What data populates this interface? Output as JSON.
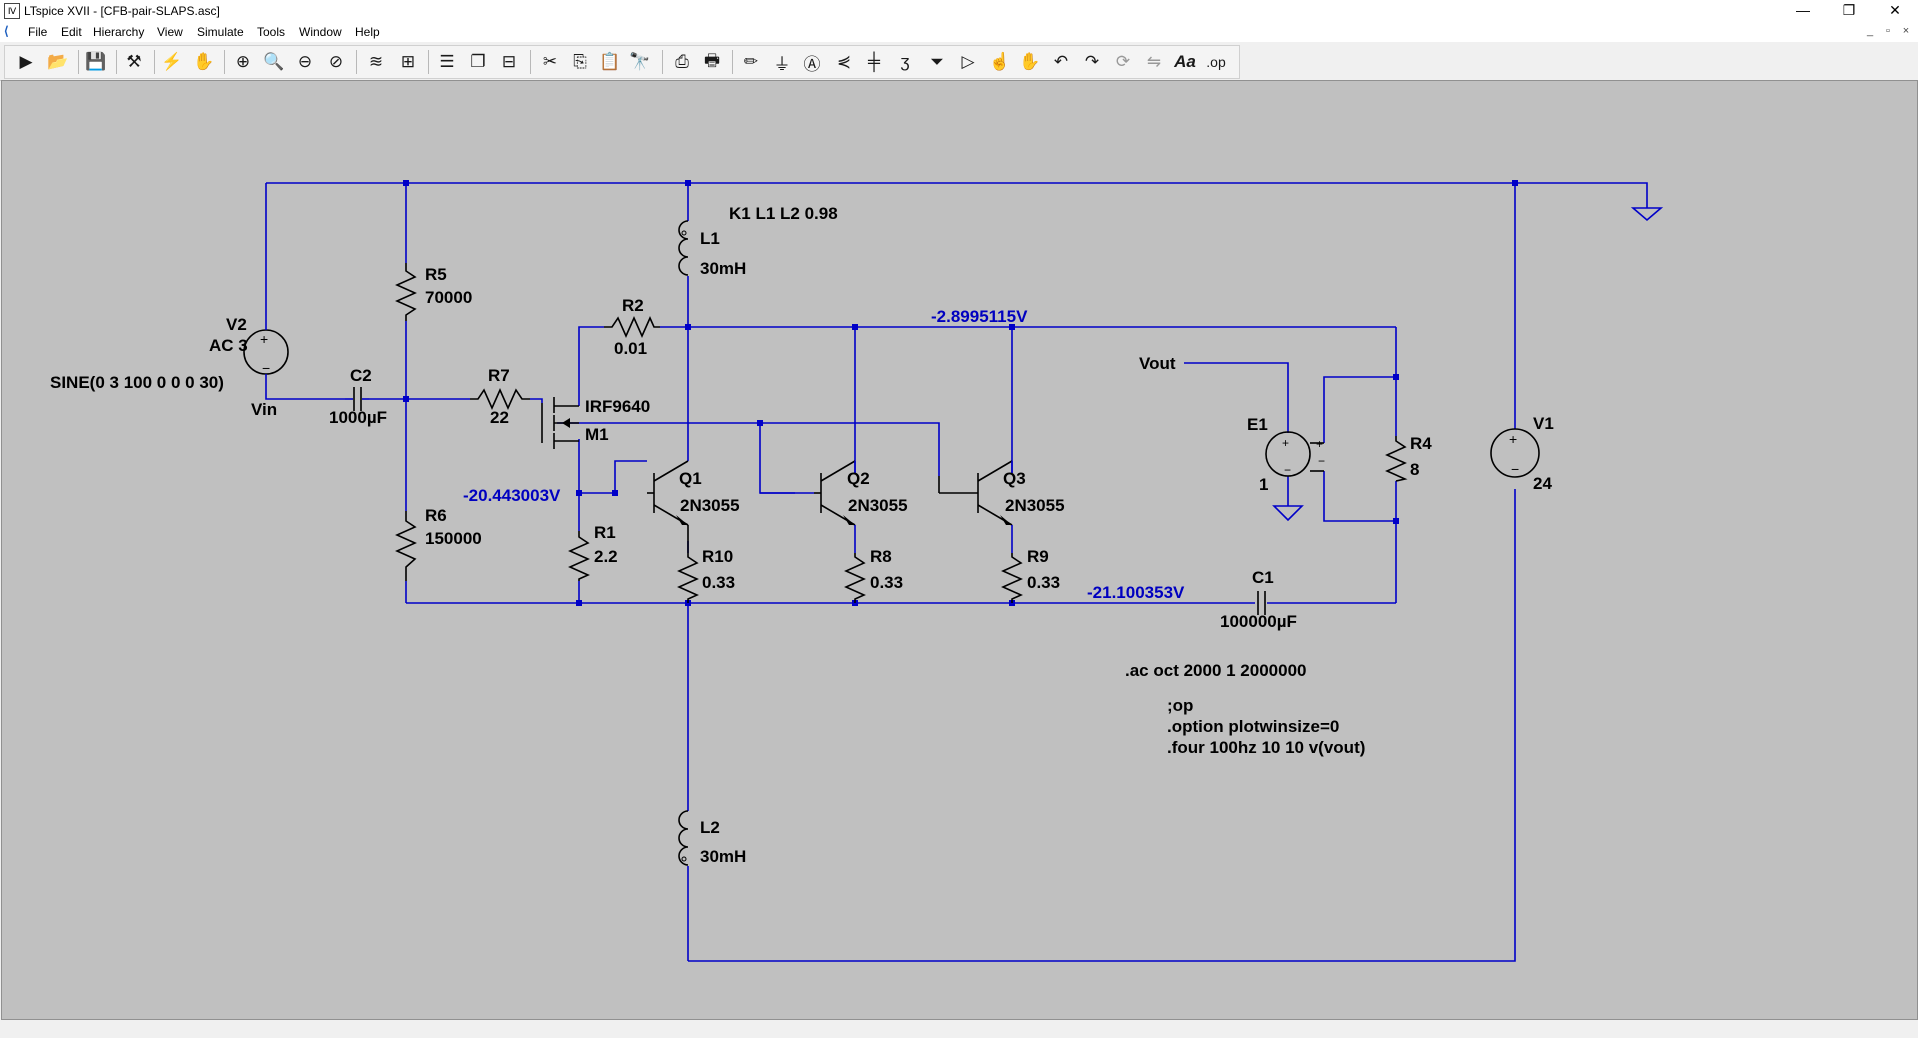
{
  "window": {
    "title": "LTspice XVII - [CFB-pair-SLAPS.asc]",
    "minimize": "—",
    "restore": "❐",
    "close": "✕"
  },
  "menu": [
    "File",
    "Edit",
    "Hierarchy",
    "View",
    "Simulate",
    "Tools",
    "Window",
    "Help"
  ],
  "mdi": {
    "minimize": "_",
    "restore": "▫",
    "close": "×"
  },
  "toolbar": {
    "icons": [
      "run-icon",
      "open-icon",
      "save-icon",
      "control-panel-icon",
      "halt-icon",
      "pan-icon",
      "zoom-in-icon",
      "zoom-out-icon",
      "zoom-fit-icon",
      "zoom-cancel-icon",
      "waveform-icon",
      "waveform-off-icon",
      "tile-horizontal-icon",
      "cascade-icon",
      "tile-vertical-icon",
      "cut-icon",
      "copy-icon",
      "paste-icon",
      "find-icon",
      "print-setup-icon",
      "print-icon",
      "draw-wire-icon",
      "ground-icon",
      "net-label-icon",
      "resistor-icon",
      "capacitor-icon",
      "inductor-icon",
      "diode-icon",
      "component-icon",
      "move-icon",
      "drag-icon",
      "undo-icon",
      "redo-icon",
      "rotate-icon",
      "mirror-icon",
      "text-icon",
      "spice-directive-icon"
    ]
  },
  "schematic": {
    "components": {
      "V2": {
        "name": "V2",
        "value": "AC 3",
        "extra": "SINE(0 3 100 0 0 0 30)"
      },
      "R5": {
        "name": "R5",
        "value": "70000"
      },
      "R6": {
        "name": "R6",
        "value": "150000"
      },
      "C2": {
        "name": "C2",
        "value": "1000µF"
      },
      "R7": {
        "name": "R7",
        "value": "22"
      },
      "M1": {
        "name": "M1",
        "value": "IRF9640"
      },
      "R1": {
        "name": "R1",
        "value": "2.2"
      },
      "R2": {
        "name": "R2",
        "value": "0.01"
      },
      "L1": {
        "name": "L1",
        "value": "30mH"
      },
      "L2": {
        "name": "L2",
        "value": "30mH"
      },
      "Q1": {
        "name": "Q1",
        "value": "2N3055"
      },
      "Q2": {
        "name": "Q2",
        "value": "2N3055"
      },
      "Q3": {
        "name": "Q3",
        "value": "2N3055"
      },
      "R10": {
        "name": "R10",
        "value": "0.33"
      },
      "R8": {
        "name": "R8",
        "value": "0.33"
      },
      "R9": {
        "name": "R9",
        "value": "0.33"
      },
      "E1": {
        "name": "E1",
        "value": "1"
      },
      "R4": {
        "name": "R4",
        "value": "8"
      },
      "C1": {
        "name": "C1",
        "value": "100000µF"
      },
      "V1": {
        "name": "V1",
        "value": "24"
      }
    },
    "coupling": "K1 L1 L2 0.98",
    "net_labels": {
      "vin": "Vin",
      "vout": "Vout"
    },
    "op_voltages": {
      "top_rail": "-2.8995115V",
      "base": "-20.443003V",
      "bottom_rail": "-21.100353V"
    },
    "directives": [
      ".ac oct 2000 1 2000000",
      ";op",
      ".option plotwinsize=0",
      ".four 100hz 10 10 v(vout)"
    ]
  }
}
